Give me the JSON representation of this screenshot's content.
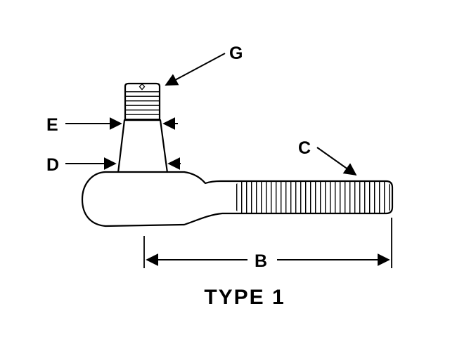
{
  "diagram": {
    "title": "TYPE 1",
    "labels": {
      "g": "G",
      "e": "E",
      "d": "D",
      "c": "C",
      "b": "B"
    },
    "colors": {
      "line": "#000000",
      "background": "#ffffff"
    }
  }
}
